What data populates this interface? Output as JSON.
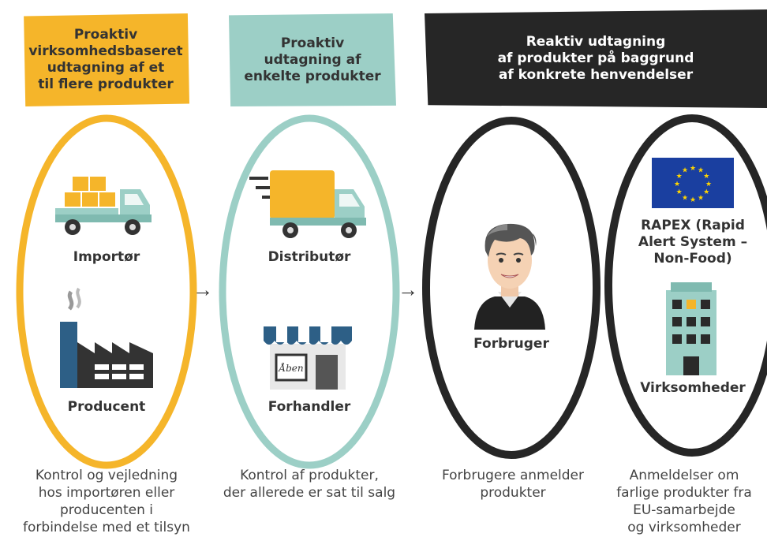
{
  "headers": {
    "proactive_company": "Proaktiv\nvirksomhedsbaseret\nudtagning af et\ntil flere produkter",
    "proactive_single": "Proaktiv\nudtagning af\nenkelte produkter",
    "reactive": "Reaktiv udtagning\naf produkter på baggrund\naf konkrete henvendelser"
  },
  "actors": {
    "importer": "Importør",
    "producer": "Producent",
    "distributor": "Distributør",
    "retailer": "Forhandler",
    "shop_sign": "Åben",
    "consumer": "Forbruger",
    "rapex": "RAPEX (Rapid\nAlert System –\nNon-Food)",
    "companies": "Virksomheder"
  },
  "captions": {
    "col1": "Kontrol og vejledning\nhos importøren eller\nproducenten i\nforbindelse med et tilsyn",
    "col2": "Kontrol af produkter,\nder allerede er sat til salg",
    "col3": "Forbrugere anmelder\nprodukter",
    "col4": "Anmeldelser om\nfarlige produkter fra\nEU-samarbejde\nog virksomheder"
  },
  "arrows": {
    "arrow1": "→",
    "arrow2": "→"
  },
  "colors": {
    "yellow": "#f5b52a",
    "teal": "#9ccfc6",
    "dark": "#262626",
    "eu_blue": "#1a3fa0",
    "eu_star": "#ffd500"
  },
  "icons": [
    "truck-with-boxes-icon",
    "factory-icon",
    "delivery-van-icon",
    "shop-icon",
    "consumer-face-icon",
    "eu-flag-icon",
    "office-building-icon"
  ]
}
